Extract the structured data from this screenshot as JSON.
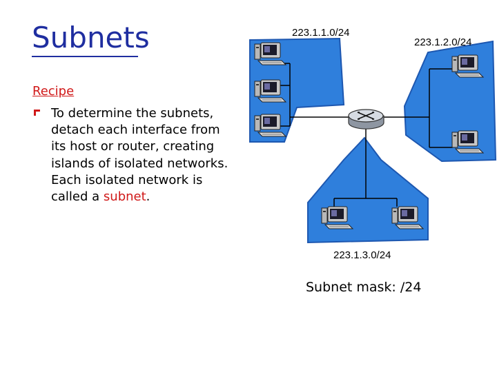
{
  "slide": {
    "title": "Subnets",
    "recipe_heading": "Recipe",
    "bullet": {
      "lead": "To determine the subnets, detach each interface from its host or router, creating islands of isolated networks. Each isolated network is called a ",
      "highlight": "subnet",
      "tail": "."
    }
  },
  "diagram": {
    "subnet_labels": [
      "223.1.1.0/24",
      "223.1.2.0/24",
      "223.1.3.0/24"
    ],
    "mask_caption": "Subnet mask: /24"
  },
  "colors": {
    "title": "#1f2ea0",
    "accent": "#d01818",
    "subnet_fill": "#2f7fdc",
    "subnet_stroke": "#1d57b0"
  }
}
